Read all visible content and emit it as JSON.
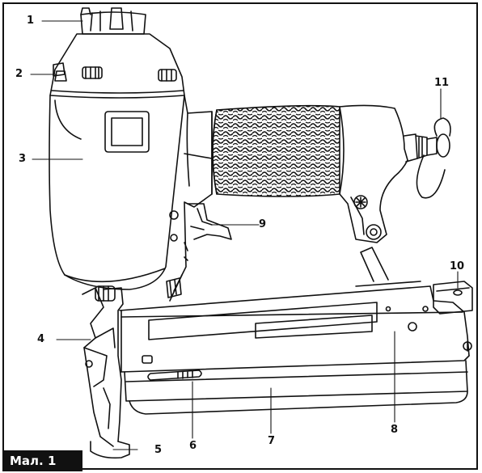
{
  "figure": {
    "label": "Мал. 1"
  },
  "callouts": {
    "c1": "1",
    "c2": "2",
    "c3": "3",
    "c4": "4",
    "c5": "5",
    "c6": "6",
    "c7": "7",
    "c8": "8",
    "c9": "9",
    "c10": "10",
    "c11": "11"
  },
  "colors": {
    "line": "#111111",
    "grip_fill": "#2a2a2a",
    "background": "#ffffff"
  }
}
